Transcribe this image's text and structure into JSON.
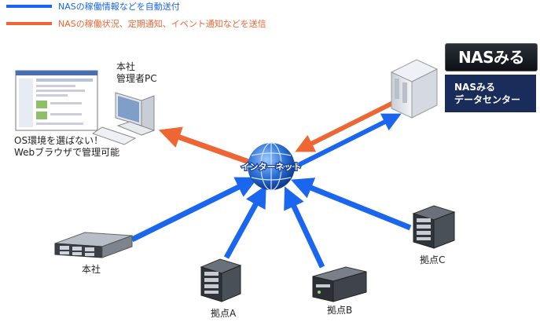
{
  "legend": {
    "blue": {
      "text": "NASの稼働情報などを自動送付",
      "color": "#1a66ee"
    },
    "orange": {
      "text": "NASの稼働状況、定期通知、イベント通知などを送信",
      "color": "#ee6633"
    }
  },
  "nodes": {
    "admin_pc": {
      "line1": "本社",
      "line2": "管理者PC"
    },
    "browser_note": {
      "line1": "OS環境を選ばない！",
      "line2": "Webブラウザで管理可能"
    },
    "datacenter": {
      "logo": "NASみる",
      "line1": "NASみる",
      "line2": "データセンター"
    },
    "internet": {
      "label": "インターネット"
    },
    "honsha": {
      "label": "本社"
    },
    "kyoten_a": {
      "label": "拠点A"
    },
    "kyoten_b": {
      "label": "拠点B"
    },
    "kyoten_c": {
      "label": "拠点C"
    }
  }
}
